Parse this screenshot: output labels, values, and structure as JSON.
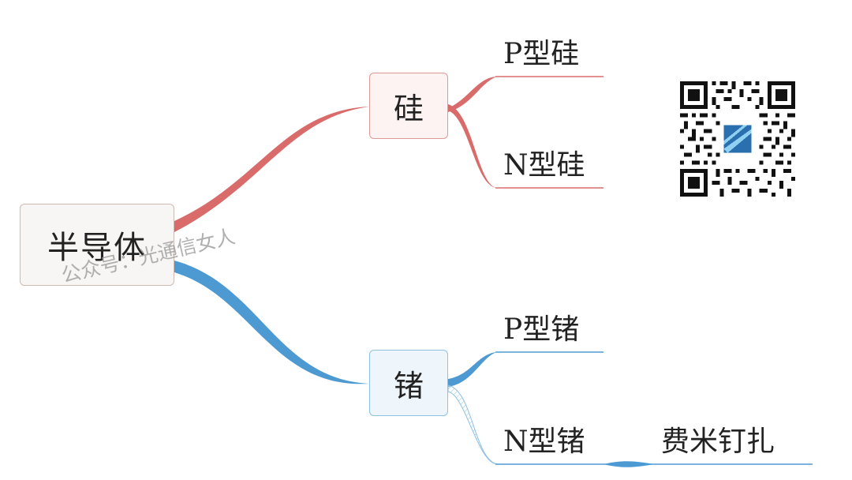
{
  "diagram": {
    "root": {
      "label": "半导体"
    },
    "branches": [
      {
        "label": "硅",
        "color": "#d96c6b",
        "children": [
          "P型硅",
          "N型硅"
        ]
      },
      {
        "label": "锗",
        "color": "#4d9ad3",
        "children": [
          "P型锗",
          "N型锗"
        ]
      }
    ],
    "extra_node": {
      "label": "费米钉扎",
      "parent": "N型锗"
    }
  },
  "watermark": "公众号：光通信女人",
  "qr_code": {
    "icon": "qr-code-icon"
  }
}
